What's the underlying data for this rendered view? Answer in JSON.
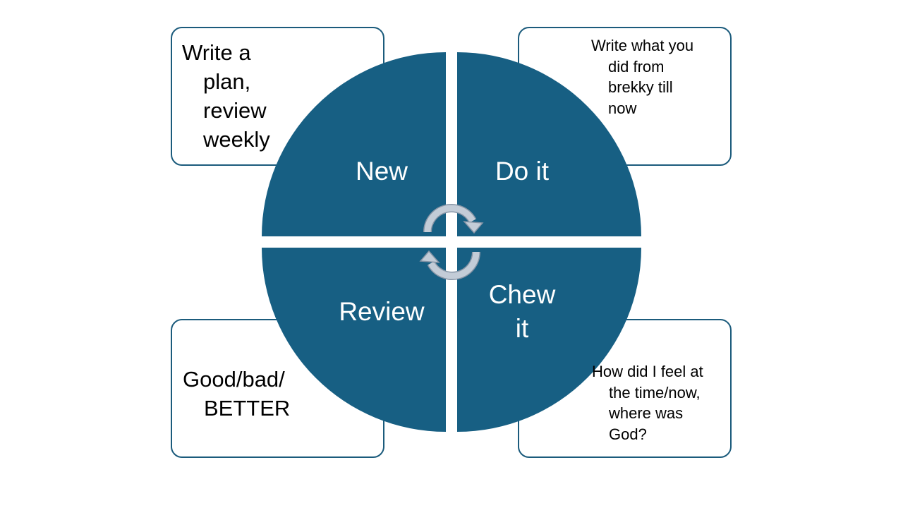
{
  "notes": {
    "top_left": {
      "lines": [
        "Write a",
        "plan,",
        "review",
        "weekly"
      ]
    },
    "top_right": {
      "lines": [
        "Write what you",
        "did from",
        "brekky till",
        "now"
      ]
    },
    "bottom_left": {
      "lines": [
        "Good/bad/",
        "BETTER"
      ]
    },
    "bottom_right": {
      "lines": [
        "How did I feel at",
        "the time/now,",
        "where was",
        "God?"
      ]
    }
  },
  "quadrants": {
    "top_left": {
      "label": "New"
    },
    "top_right": {
      "label": "Do it"
    },
    "bottom_left": {
      "label": "Review"
    },
    "bottom_right": {
      "label_line1": "Chew",
      "label_line2": "it"
    }
  },
  "colors": {
    "wheel": "#175f83",
    "border": "#1b5b7c",
    "arrow": "#c3ccd7"
  },
  "icons": {
    "center": "cycle-arrows-icon"
  }
}
